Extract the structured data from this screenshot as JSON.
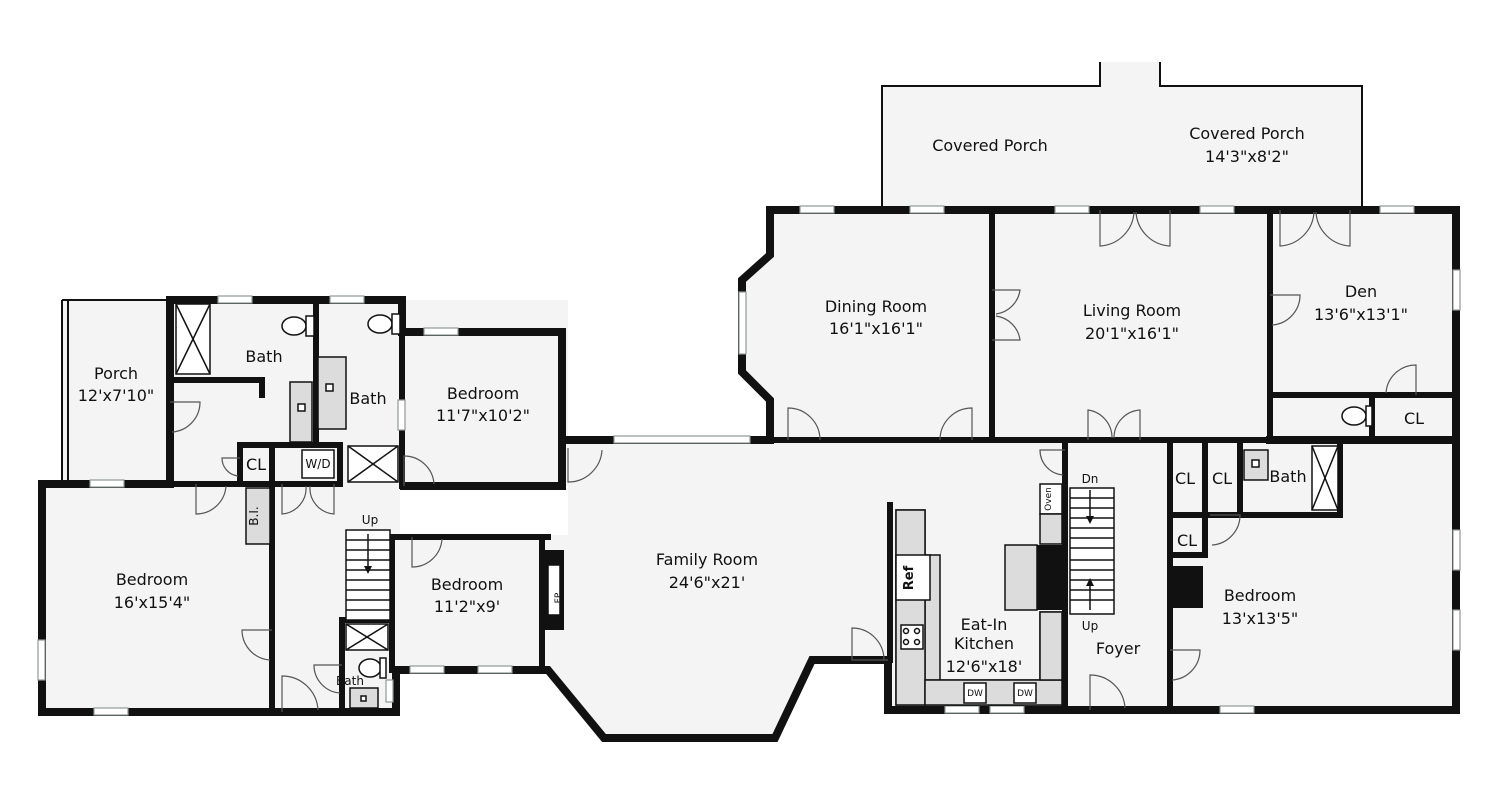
{
  "rooms": {
    "covered_porch_left": {
      "name": "Covered Porch"
    },
    "covered_porch_right": {
      "name": "Covered Porch",
      "dims": "14'3\"x8'2\""
    },
    "dining_room": {
      "name": "Dining Room",
      "dims": "16'1\"x16'1\""
    },
    "living_room": {
      "name": "Living Room",
      "dims": "20'1\"x16'1\""
    },
    "den": {
      "name": "Den",
      "dims": "13'6\"x13'1\""
    },
    "porch": {
      "name": "Porch",
      "dims": "12'x7'10\""
    },
    "bath_top_left": {
      "name": "Bath"
    },
    "bath_top_mid": {
      "name": "Bath"
    },
    "bedroom_top": {
      "name": "Bedroom",
      "dims": "11'7\"x10'2\""
    },
    "bedroom_left": {
      "name": "Bedroom",
      "dims": "16'x15'4\""
    },
    "bedroom_mid": {
      "name": "Bedroom",
      "dims": "11'2\"x9'"
    },
    "bath_small": {
      "name": "Bath"
    },
    "family_room": {
      "name": "Family Room",
      "dims": "24'6\"x21'"
    },
    "kitchen": {
      "name": "Eat-In\nKitchen",
      "name_line1": "Eat-In",
      "name_line2": "Kitchen",
      "dims": "12'6\"x18'"
    },
    "foyer": {
      "name": "Foyer"
    },
    "bedroom_right": {
      "name": "Bedroom",
      "dims": "13'x13'5\""
    },
    "bath_right": {
      "name": "Bath"
    }
  },
  "labels": {
    "closet": "CL",
    "washer_dryer": "W/D",
    "built_in": "B.I.",
    "fireplace": "FP",
    "refrigerator": "Ref",
    "oven": "Oven",
    "dishwasher": "DW",
    "stairs_up": "Up",
    "stairs_down": "Dn"
  }
}
